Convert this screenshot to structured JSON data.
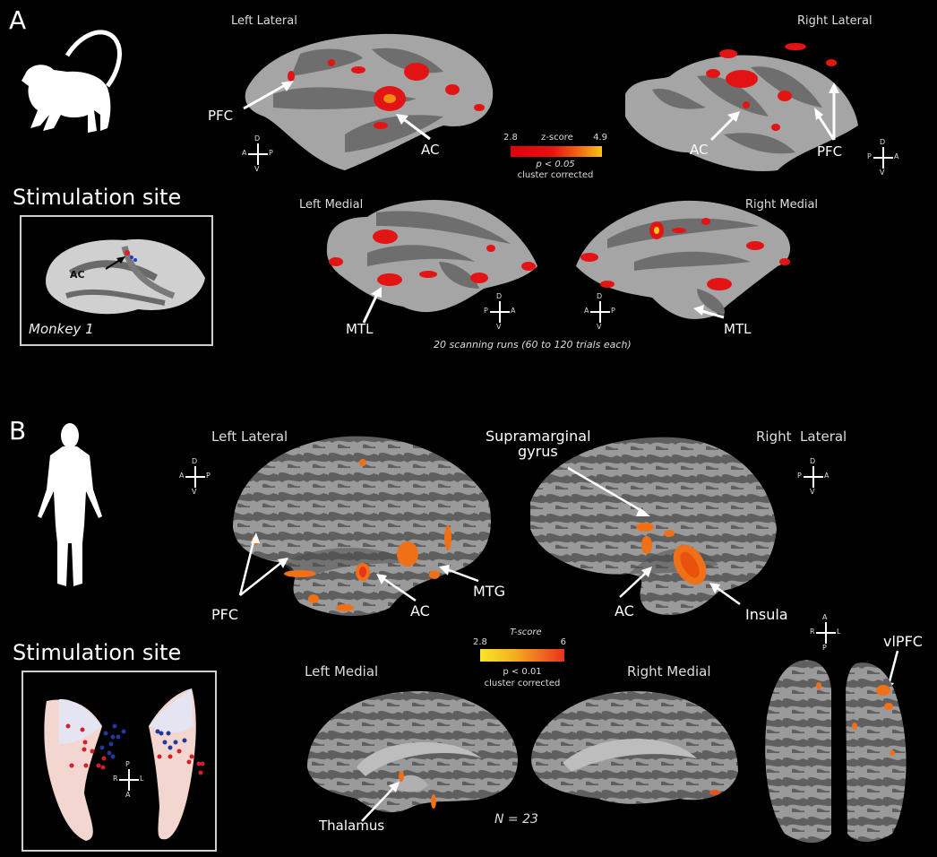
{
  "panel_a": {
    "letter": "A",
    "species_icon": "monkey-silhouette-icon",
    "views": {
      "left_lateral": "Left Lateral",
      "right_lateral": "Right Lateral",
      "left_medial": "Left Medial",
      "right_medial": "Right Medial"
    },
    "labels": {
      "pfc_left": "PFC",
      "ac_left": "AC",
      "ac_right": "AC",
      "pfc_right": "PFC",
      "mtl_left": "MTL",
      "mtl_right": "MTL"
    },
    "legend": {
      "min": "2.8",
      "max": "4.9",
      "title": "z-score",
      "p_value": "p < 0.05",
      "correction": "cluster corrected",
      "colors": [
        "#e00010",
        "#f5c518"
      ]
    },
    "stimulation": {
      "title": "Stimulation site",
      "subject": "Monkey 1",
      "label": "AC"
    },
    "caption": "20 scanning runs (60 to 120 trials each)",
    "compasses": {
      "left_lateral": {
        "top": "D",
        "bottom": "V",
        "left": "A",
        "right": "P"
      },
      "right_lateral": {
        "top": "D",
        "bottom": "V",
        "left": "P",
        "right": "A"
      },
      "left_medial": {
        "top": "D",
        "bottom": "V",
        "left": "P",
        "right": "A"
      },
      "right_medial": {
        "top": "D",
        "bottom": "V",
        "left": "A",
        "right": "P"
      }
    }
  },
  "panel_b": {
    "letter": "B",
    "species_icon": "human-silhouette-icon",
    "views": {
      "left_lateral": "Left Lateral",
      "right_lateral": "Right  Lateral",
      "left_medial": "Left Medial",
      "right_medial": "Right Medial"
    },
    "labels": {
      "pfc": "PFC",
      "ac_left": "AC",
      "mtg": "MTG",
      "supramarginal_line1": "Supramarginal",
      "supramarginal_line2": "gyrus",
      "ac_right": "AC",
      "insula": "Insula",
      "vlpfc": "vlPFC",
      "thalamus": "Thalamus"
    },
    "legend": {
      "title": "T-score",
      "min": "2.8",
      "max": "6",
      "p_value": "p < 0.01",
      "correction": "cluster corrected",
      "colors": [
        "#f7e626",
        "#e8321c"
      ]
    },
    "stimulation": {
      "title": "Stimulation site",
      "compass": {
        "top": "P",
        "bottom": "A",
        "left": "R",
        "right": "L"
      }
    },
    "n_label": "N = 23",
    "compasses": {
      "left_lateral": {
        "top": "D",
        "bottom": "V",
        "left": "A",
        "right": "P"
      },
      "right_lateral": {
        "top": "D",
        "bottom": "V",
        "left": "P",
        "right": "A"
      },
      "ventral": {
        "top": "A",
        "bottom": "P",
        "left": "R",
        "right": "L"
      }
    }
  }
}
